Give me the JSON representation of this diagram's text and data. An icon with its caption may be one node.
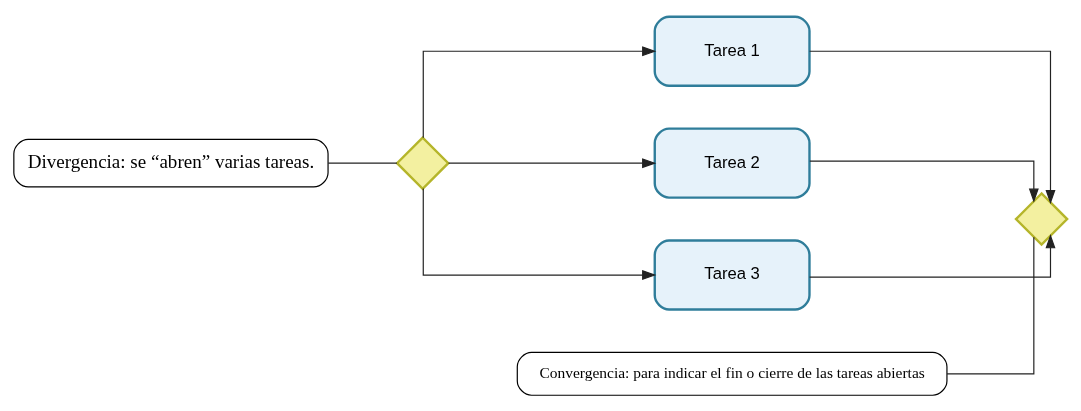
{
  "diagram": {
    "nodes": [
      {
        "text": [
          "Divergencia: se “abren” varias tareas."
        ]
      },
      {
        "text": [],
        "shape": "diamond"
      },
      {
        "text": [
          "Tarea 1"
        ]
      },
      {
        "text": [
          "Tarea 2"
        ]
      },
      {
        "text": [
          "Tarea 3"
        ]
      },
      {
        "text": [],
        "shape": "diamond"
      },
      {
        "text": [
          "Convergencia: para indicar el fin o cierre de las tareas abiertas"
        ]
      }
    ],
    "edges": [
      {
        "from": 0,
        "to": 1,
        "arrow": "none"
      },
      {
        "from": 1,
        "to": 2,
        "arrow": "to"
      },
      {
        "from": 1,
        "to": 3,
        "arrow": "to"
      },
      {
        "from": 1,
        "to": 4,
        "arrow": "to"
      },
      {
        "from": 2,
        "to": 5,
        "arrow": "to"
      },
      {
        "from": 3,
        "to": 5,
        "arrow": "to"
      },
      {
        "from": 4,
        "to": 5,
        "arrow": "to"
      },
      {
        "from": 6,
        "to": 5,
        "arrow": "none"
      }
    ]
  }
}
